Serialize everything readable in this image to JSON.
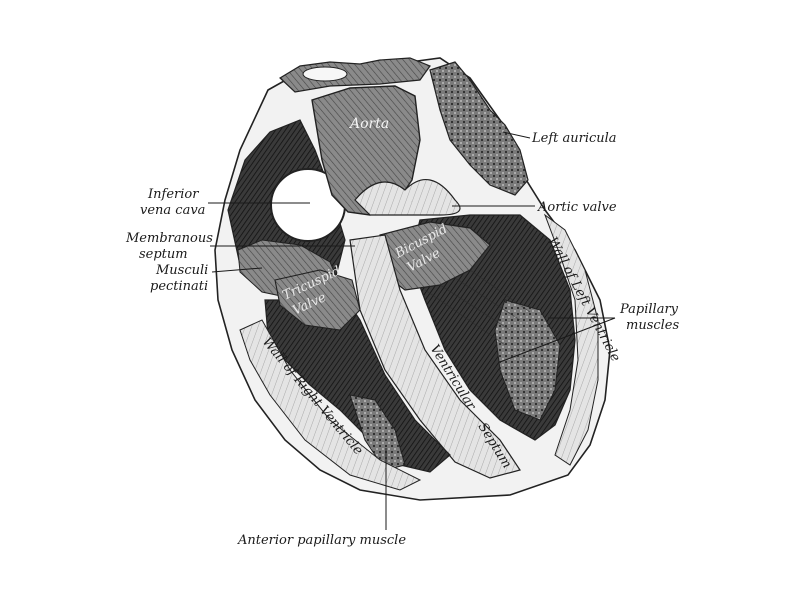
{
  "labels": {
    "aorta": "Aorta",
    "left_auricula": "Left auricula",
    "inferior_vena_cava_line1": "Inferior",
    "inferior_vena_cava_line2": "vena cava",
    "aortic_valve": "Aortic valve",
    "membranous_septum_line1": "Membranous",
    "membranous_septum_line2": "septum",
    "musculi_pectinati_line1": "Musculi",
    "musculi_pectinati_line2": "pectinati",
    "bicuspid_valve_line1": "Bicuspid",
    "bicuspid_valve_line2": "Valve",
    "tricuspid_valve_line1": "Tricuspid",
    "tricuspid_valve_line2": "Valve",
    "papillary_muscles_line1": "Papillary",
    "papillary_muscles_line2": "muscles",
    "wall_of_left_ventricle": "Wall of Left Ventricle",
    "wall_of_right_ventricle": "Wall of Right Ventricle",
    "ventricular_septum_line1": "Ventricular",
    "ventricular_septum_line2": "Septum",
    "anterior_papillary_muscle": "Anterior papillary muscle"
  },
  "colors": {
    "background": "#ffffff",
    "ink": "#1a1a1a",
    "dark_tissue": "#2b2b2b",
    "mid_tissue": "#6e6e6e",
    "light_tissue": "#d9d9d9",
    "cut_surface": "#efefef"
  }
}
